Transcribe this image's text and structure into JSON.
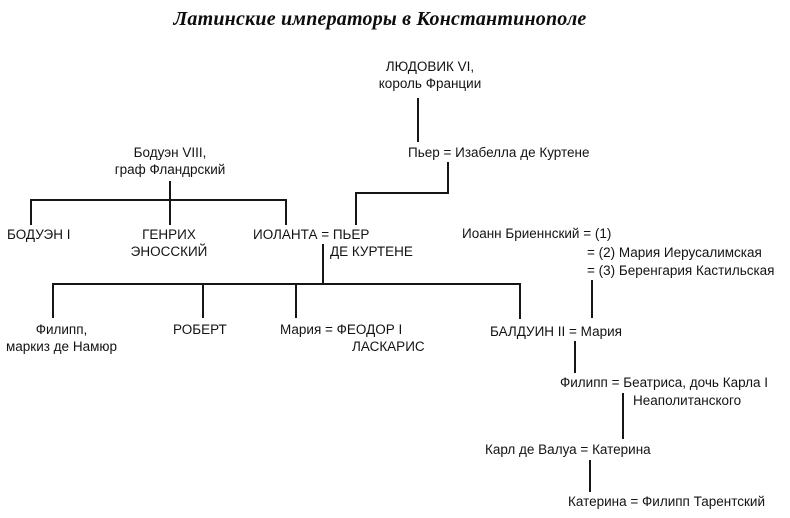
{
  "title": "Латинские императоры в Константинополе",
  "nodes": {
    "ludovik": {
      "line1": "ЛЮДОВИК VI,",
      "line2": "король Франции"
    },
    "pier_izabella": {
      "line1": "Пьер = Изабелла де Куртене"
    },
    "boduen8": {
      "line1": "Бодуэн VIII,",
      "line2": "граф Фландрский"
    },
    "boduen1": {
      "line1": "БОДУЭН I"
    },
    "genrih": {
      "line1": "ГЕНРИХ",
      "line2": "ЭНОССКИЙ"
    },
    "iolanta_pier": {
      "line1": "ИОЛАНТА = ПЬЕР",
      "line2": "ДЕ КУРТЕНЕ"
    },
    "ioann_brienna": {
      "line1": "Иоанн Бриеннский = (1)",
      "line2": "= (2) Мария Иерусалимская",
      "line3": "= (3) Беренгария Кастильская"
    },
    "filipp_namur": {
      "line1": "Филипп,",
      "line2": "маркиз де Намюр"
    },
    "robert": {
      "line1": "РОБЕРТ"
    },
    "maria_feodor": {
      "line1": "Мария = ФЕОДОР I",
      "line2": "ЛАСКАРИС"
    },
    "balduin2": {
      "line1": "БАЛДУИН II = Мария"
    },
    "filipp_beatrisa": {
      "line1": "Филипп = Беатриса, дочь Карла I",
      "line2": "Неаполитанского"
    },
    "karl_valua": {
      "line1": "Карл де Валуа = Катерина"
    },
    "katerina_filipp": {
      "line1": "Катерина = Филипп Тарентский"
    }
  }
}
